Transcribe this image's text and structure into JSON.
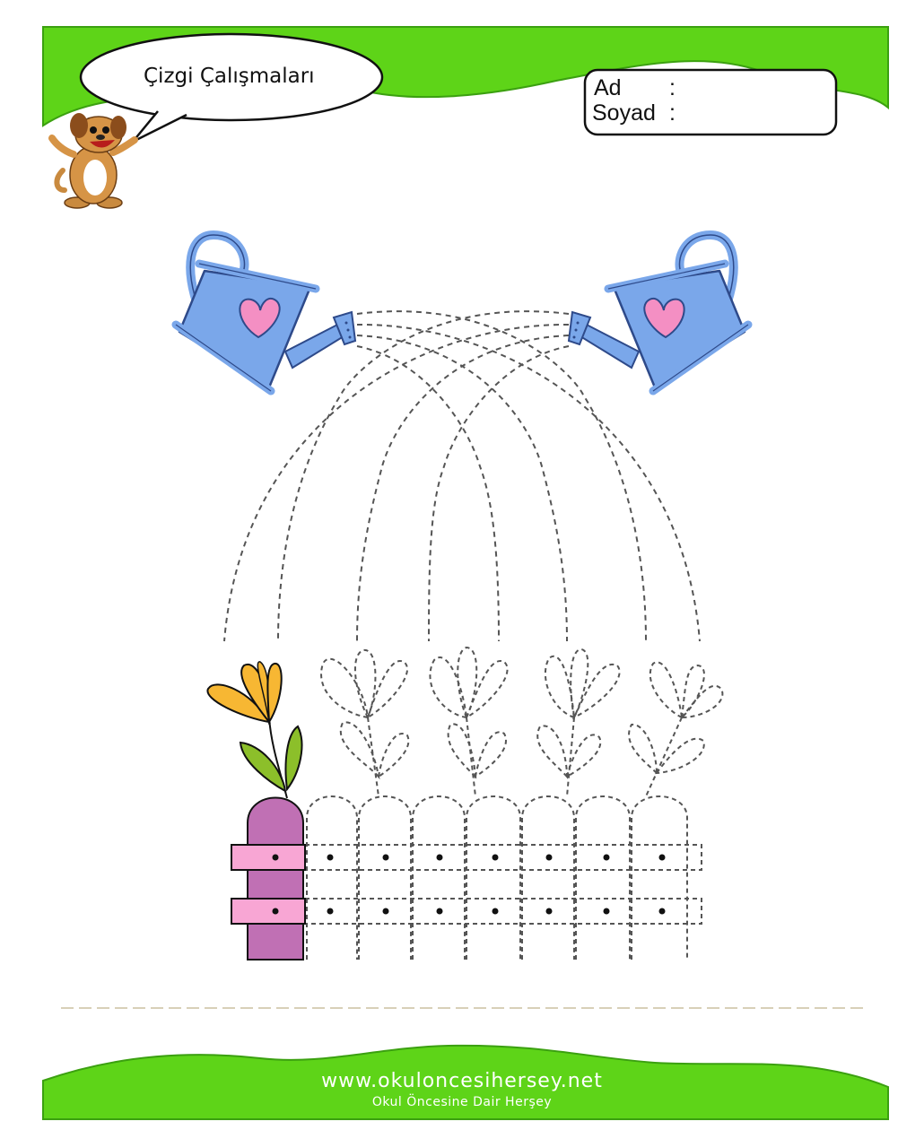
{
  "header": {
    "title": "Çizgi Çalışmaları",
    "name_label": "Ad",
    "surname_label": "Soyad",
    "colon": ":"
  },
  "footer": {
    "website": "www.okuloncesihersey.net",
    "tagline": "Okul Öncesine Dair Herşey"
  },
  "colors": {
    "banner_green": "#5ed418",
    "can_blue": "#7aa7ea",
    "heart_pink": "#f48fc3",
    "flower_orange": "#f7b733",
    "leaf_green": "#8cbf2a",
    "post_purple": "#c070b4",
    "rail_pink": "#f8a6d4"
  },
  "worksheet": {
    "tracing_arcs": 8,
    "traceable_flowers": 4,
    "fence_pickets": 7
  },
  "icons": [
    "dog-mascot-icon",
    "speech-bubble-icon",
    "watering-can-icon",
    "flower-icon",
    "fence-icon"
  ]
}
